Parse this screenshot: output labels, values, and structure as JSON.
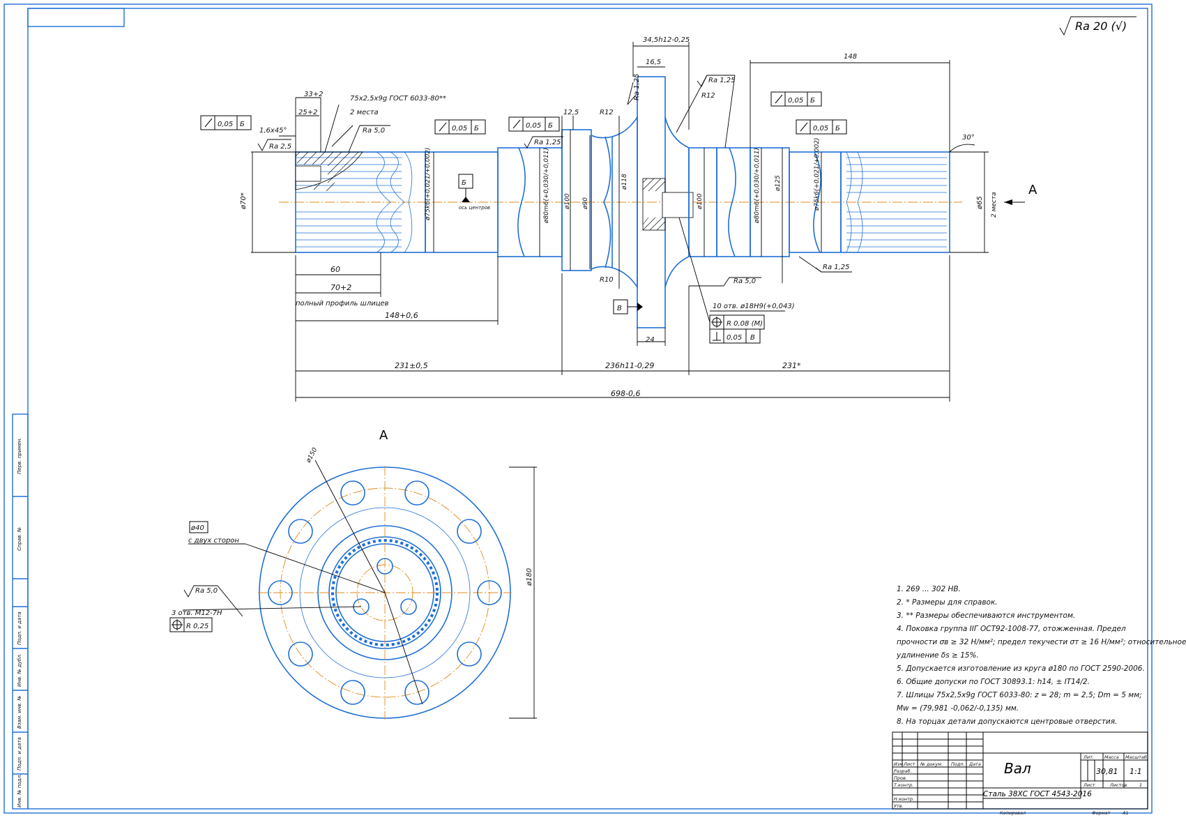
{
  "roughness_general": "Ra 20 (√)",
  "view_label": "A",
  "view_arrow_label": "A",
  "dimensions": {
    "d70": "ø70*",
    "d75k6_left": "ø75k6(+0,021/+0,002)",
    "d80m6_left": "ø80m6(+0,030/+0,011)",
    "d100_left": "ø100",
    "d90": "ø90",
    "d118": "ø118",
    "d100_right": "ø100",
    "d80m6_right": "ø80m6(+0,030/+0,011)",
    "d125": "ø125",
    "d75k6_right": "ø75k6(+0,021/+0,002)",
    "d65": "ø65",
    "two_places_right": "2 места",
    "l33": "33+2",
    "l25": "25+2",
    "l16x45": "1,6x45°",
    "spline_spec": "75x2,5x9g ГОСТ 6033-80**",
    "spline_places": "2 места",
    "l12_5": "12,5",
    "r12_left": "R12",
    "r12_right": "R12",
    "r10": "R10",
    "l34_5": "34,5h12-0,25",
    "l16_5": "16,5",
    "l148_top": "148",
    "angle30": "30°",
    "l60": "60",
    "l70": "70+2",
    "full_profile": "полный профиль шлицев",
    "l148": "148+0,6",
    "l231_left": "231±0,5",
    "l236": "236h11-0,29",
    "l231_right": "231*",
    "l698": "698-0,6",
    "l24": "24",
    "holes10": "10 отв. ø18H9(+0,043)",
    "datum_B_axis": "ось центров",
    "d180": "ø180",
    "d150": "ø150",
    "d40": "ø40",
    "two_sides": "с двух сторон",
    "holes3": "3 отв. M12-7H"
  },
  "tolerances": {
    "runout1": "0,05",
    "runout2": "0,05",
    "runout3": "0,05",
    "runout4": "0,05",
    "runout5": "0,05",
    "datum_B": "Б",
    "datum_V": "В",
    "pos1": "R 0,08 (M)",
    "perp": "0,05",
    "perp_datum": "В",
    "pos2": "R 0,25"
  },
  "roughness": {
    "ra25": "Ra 2,5",
    "ra50_left": "Ra 5,0",
    "ra125_1": "Ra 1,25",
    "ra125_vert": "Ra 1,25",
    "ra125_2": "Ra 1,25",
    "ra50_right": "Ra 5,0",
    "ra125_3": "Ra 1,25",
    "ra50_view": "Ra 5,0"
  },
  "notes": [
    "1.  269 ... 302 HB.",
    "2.  * Размеры для справок.",
    "3.  ** Размеры обеспечиваются инструментом.",
    "4.  Поковка  группа  IIГ  ОСТ92-1008-77,  отожженная.     Предел",
    "прочности σв ≥ 32 Н/мм²; предел текучести σт ≥ 16 Н/мм²; относительное",
    "удлинение δs ≥ 15%.",
    "5.  Допускается изготовление из круга ø180 по ГОСТ 2590-2006.",
    "6.  Общие допуски по ГОСТ 30893.1: h14, ± IT14/2.",
    "7.  Шлицы 75x2,5x9g ГОСТ 6033-80: z = 28; m = 2,5; Dm = 5 мм;",
    "Mw = (79,981 -0,062/-0,135) мм.",
    "8.  На торцах детали допускаются центровые отверстия."
  ],
  "title_block": {
    "name": "Вал",
    "material": "Сталь 38ХС ГОСТ 4543-2016",
    "mass": "30,81",
    "scale": "1:1",
    "lit": "Лит.",
    "mass_label": "Масса",
    "scale_label": "Масштаб",
    "sheet_label": "Лист",
    "sheets_label": "Листов",
    "sheets_value": "1",
    "copied": "Копировал",
    "format": "Формат",
    "format_value": "A1",
    "rows": [
      "Изм.",
      "Лист",
      "№ докум.",
      "Подп.",
      "Дата"
    ],
    "roles": [
      "Разраб.",
      "Пров.",
      "Т.контр.",
      "Н.контр.",
      "Утв."
    ]
  },
  "side_stamps": [
    "Перв. примен.",
    "Справ. №",
    "Подп. и дата",
    "Инв. № дубл.",
    "Взам. инв. №",
    "Подп. и дата",
    "Инв. № подл."
  ]
}
